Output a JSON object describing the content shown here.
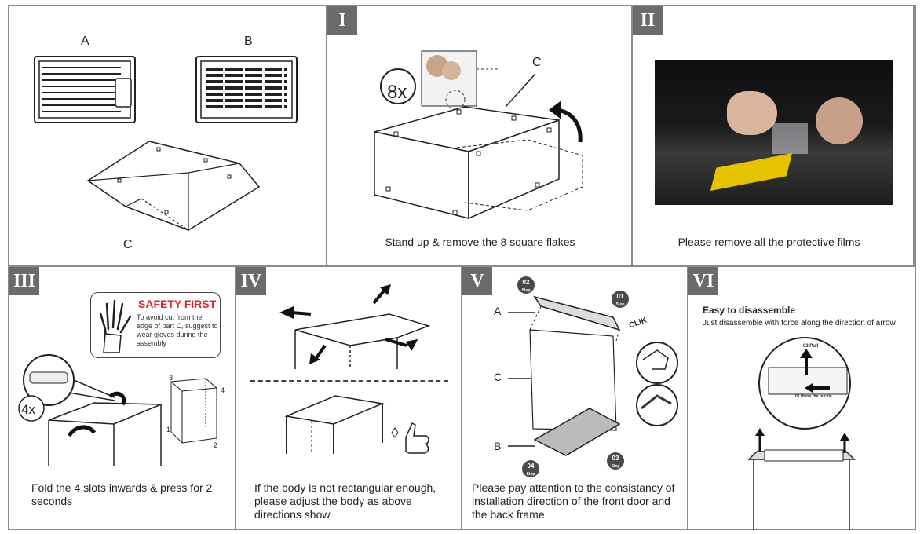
{
  "panel0": {
    "label_a": "A",
    "label_b": "B",
    "label_c": "C"
  },
  "panel1": {
    "badge": "I",
    "zoom": "8x",
    "label_c": "C",
    "caption": "Stand up & remove the 8 square flakes"
  },
  "panel2": {
    "badge": "II",
    "caption": "Please remove all the protective films"
  },
  "panel3": {
    "badge": "III",
    "safety_title": "SAFETY FIRST",
    "safety_text": "To avoid cut from the edge of part C, suggest to wear gloves during the assembly",
    "zoom": "4x",
    "n1": "1",
    "n2": "2",
    "n3": "3",
    "n4": "4",
    "caption": "Fold the 4 slots inwards & press for 2 seconds"
  },
  "panel4": {
    "badge": "IV",
    "caption": "If the body is not rectangular enough, please adjust the body as above directions show"
  },
  "panel5": {
    "badge": "V",
    "label_a": "A",
    "label_c": "C",
    "label_b": "B",
    "click": "CLIK",
    "steps": [
      {
        "num": "02",
        "word": "Step"
      },
      {
        "num": "01",
        "word": "Step"
      },
      {
        "num": "03",
        "word": "Step"
      },
      {
        "num": "04",
        "word": "Step"
      }
    ],
    "caption": "Please pay attention to the consistancy of installation direction of the front door and the back frame"
  },
  "panel6": {
    "badge": "VI",
    "title": "Easy to disassemble",
    "subtitle": "Just disassemble with force along the direction of arrow",
    "pull": "02 Pull",
    "press": "01 Press the buckle"
  }
}
